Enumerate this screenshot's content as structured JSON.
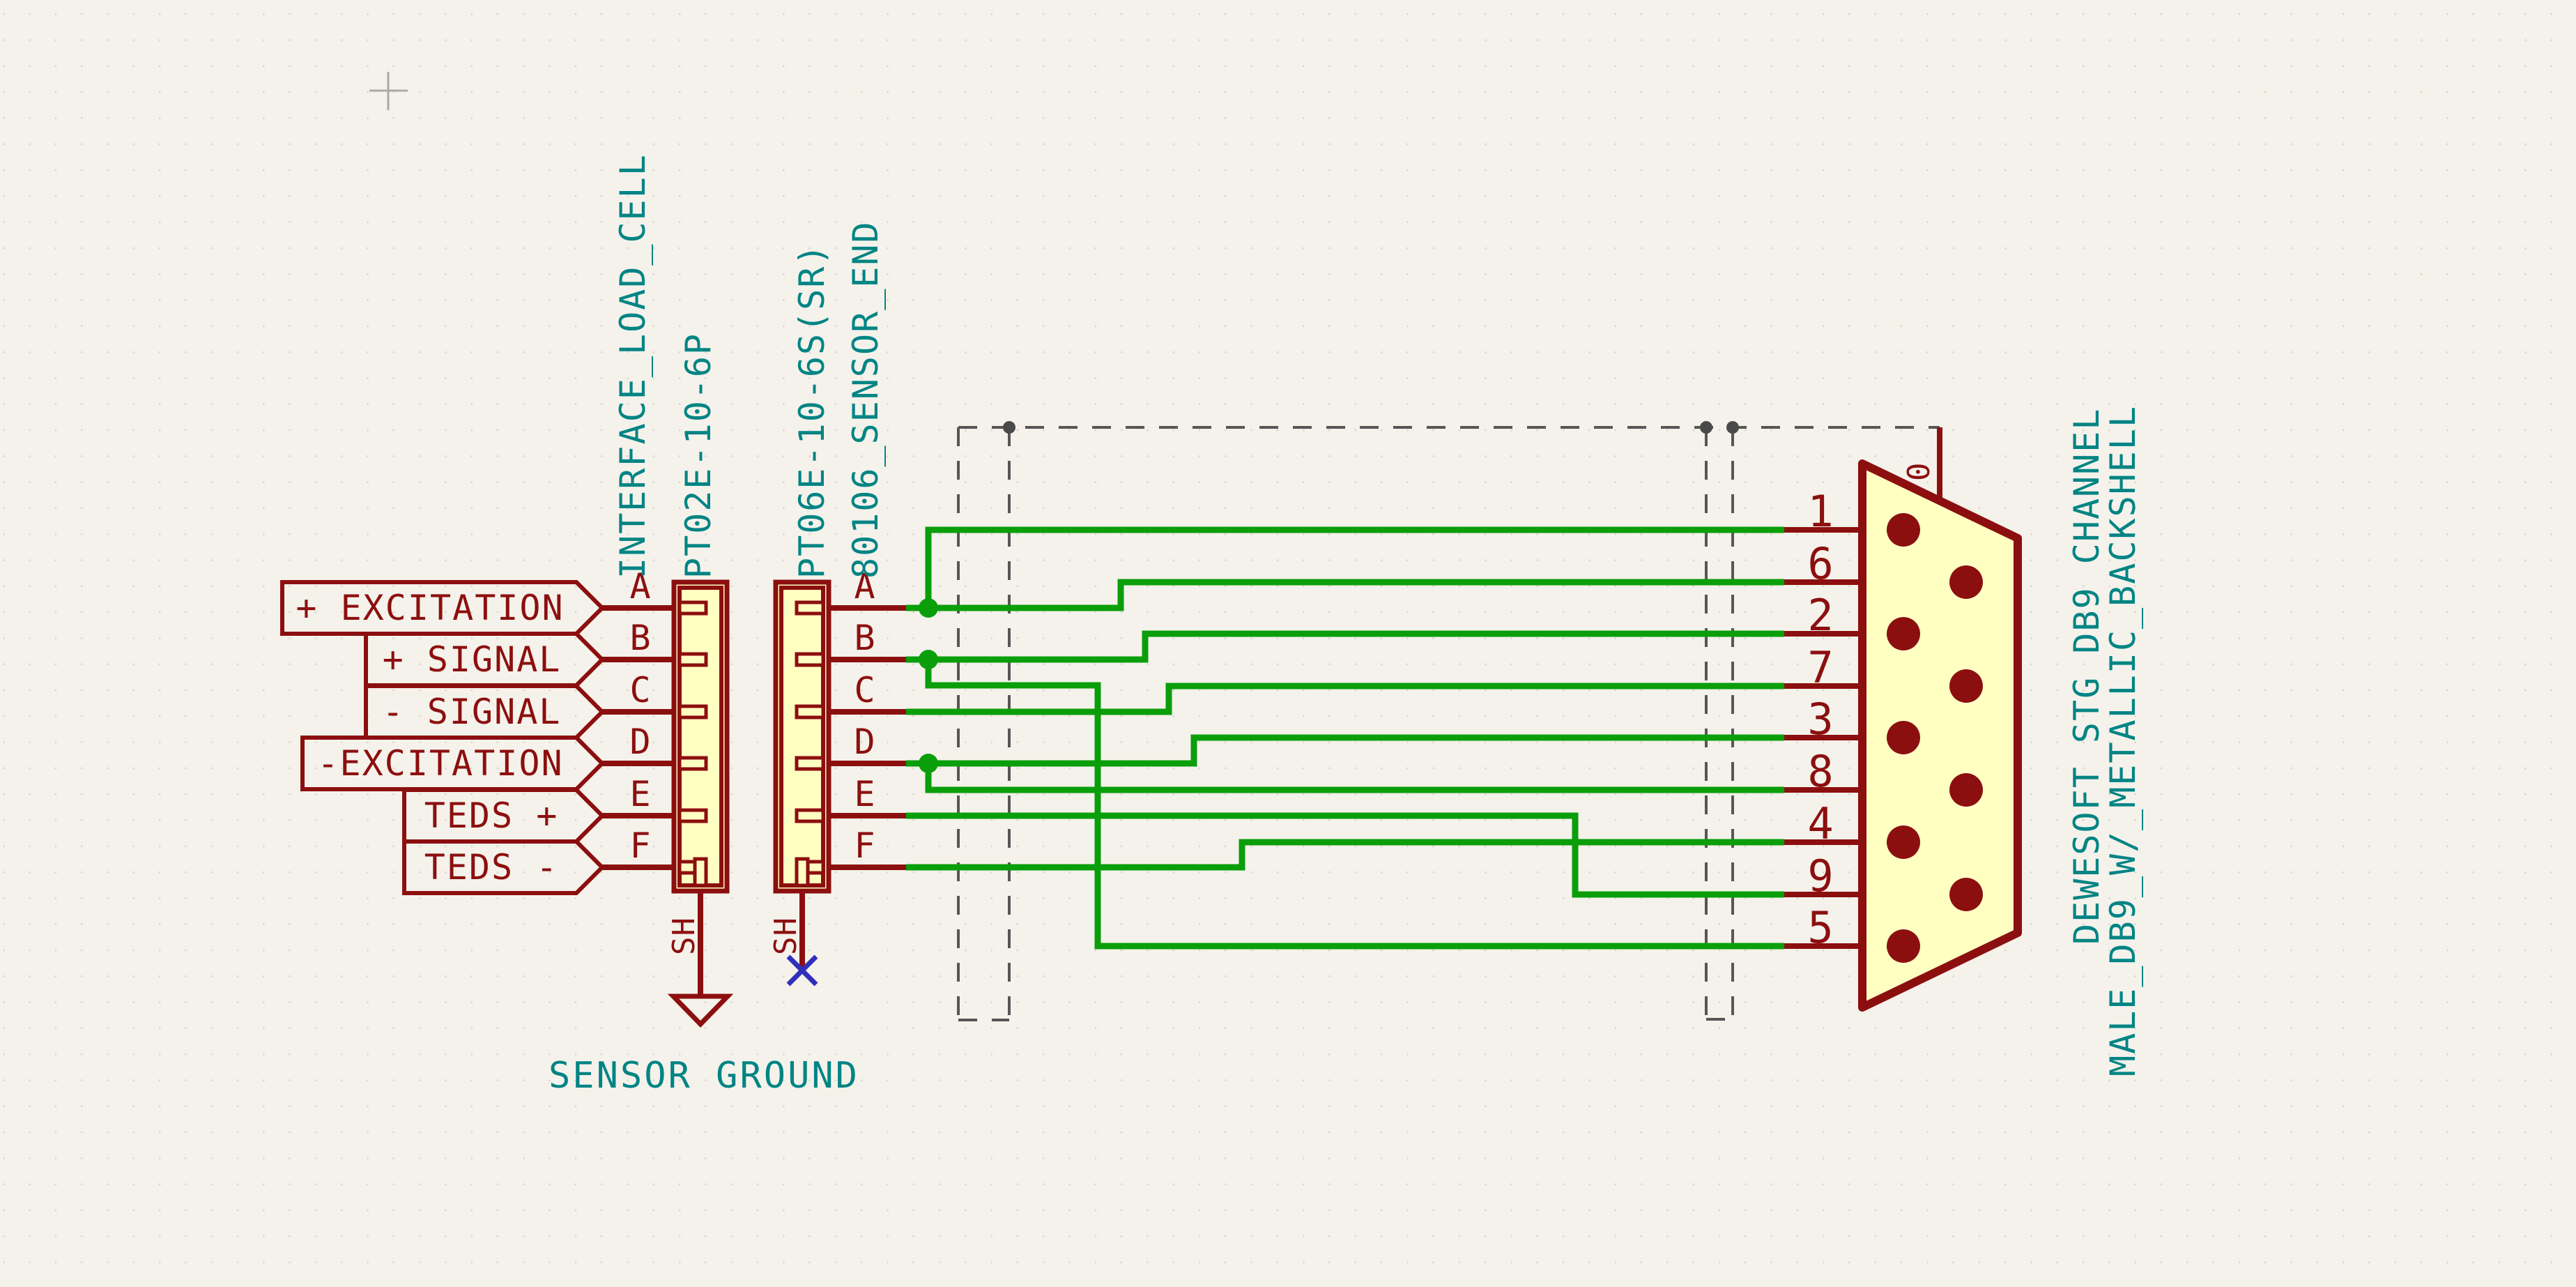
{
  "schematic_type": "wiring-diagram",
  "colors": {
    "background": "#F4F2EB",
    "grid_dot": "#D9D7CD",
    "wire_green": "#0A9E0A",
    "symbol_red": "#8C0F0F",
    "symbol_fill_yellow": "#FFFFC2",
    "field_text_teal": "#008484",
    "no_connect_blue": "#3030BC",
    "shield_dash_gray": "#565656"
  },
  "flags": [
    {
      "label": "+ EXCITATION"
    },
    {
      "label": "+ SIGNAL"
    },
    {
      "label": "- SIGNAL"
    },
    {
      "label": "-EXCITATION"
    },
    {
      "label": "TEDS +"
    },
    {
      "label": "TEDS -"
    }
  ],
  "connector1": {
    "name": "INTERFACE_LOAD_CELL",
    "part": "PT02E-10-6P",
    "pins": [
      "A",
      "B",
      "C",
      "D",
      "E",
      "F"
    ],
    "shield_pin": "SH"
  },
  "connector2": {
    "part": "PT06E-10-6S(SR)",
    "name": "80106_SENSOR_END",
    "pins": [
      "A",
      "B",
      "C",
      "D",
      "E",
      "F"
    ],
    "shield_pin": "SH"
  },
  "db9": {
    "name": "DEWESOFT STG DB9 CHANNEL",
    "part": "MALE_DB9_W/_METALLIC_BACKSHELL",
    "shell_pin": "0",
    "pins": [
      "1",
      "6",
      "2",
      "7",
      "3",
      "8",
      "4",
      "9",
      "5"
    ]
  },
  "ground_label": "SENSOR GROUND",
  "nets": [
    {
      "flag": "+ EXCITATION",
      "sensor_pin": "A",
      "db9_pins": [
        "1",
        "6"
      ]
    },
    {
      "flag": "+ SIGNAL",
      "sensor_pin": "B",
      "db9_pins": [
        "2",
        "5"
      ]
    },
    {
      "flag": "- SIGNAL",
      "sensor_pin": "C",
      "db9_pins": [
        "7"
      ]
    },
    {
      "flag": "-EXCITATION",
      "sensor_pin": "D",
      "db9_pins": [
        "3",
        "8"
      ]
    },
    {
      "flag": "TEDS +",
      "sensor_pin": "E",
      "db9_pins": [
        "9"
      ]
    },
    {
      "flag": "TEDS -",
      "sensor_pin": "F",
      "db9_pins": [
        "4"
      ]
    },
    {
      "shield": "SH",
      "db9_pins": [
        "0"
      ]
    }
  ]
}
